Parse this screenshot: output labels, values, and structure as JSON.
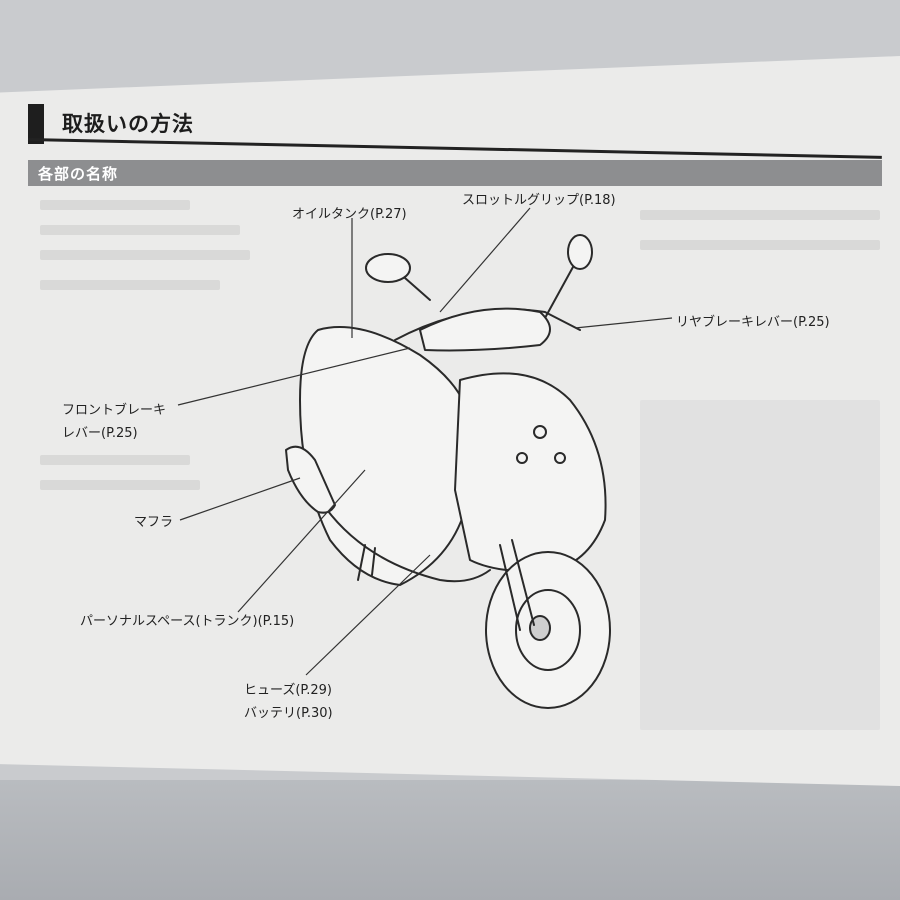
{
  "page": {
    "title": "取扱いの方法",
    "section": "各部の名称"
  },
  "callouts": {
    "oil_tank": "オイルタンク(P.27)",
    "throttle_grip": "スロットルグリップ(P.18)",
    "rear_brake_lever": "リヤブレーキレバー(P.25)",
    "front_brake_line1": "フロントブレーキ",
    "front_brake_line2": "レバー(P.25)",
    "muffler": "マフラ",
    "personal_space": "パーソナルスペース(トランク)(P.15)",
    "fuse": "ヒューズ(P.29)",
    "battery": "バッテリ(P.30)"
  },
  "colors": {
    "paper": "#ebebea",
    "ink": "#222222",
    "section_band": "#8d8e90"
  }
}
